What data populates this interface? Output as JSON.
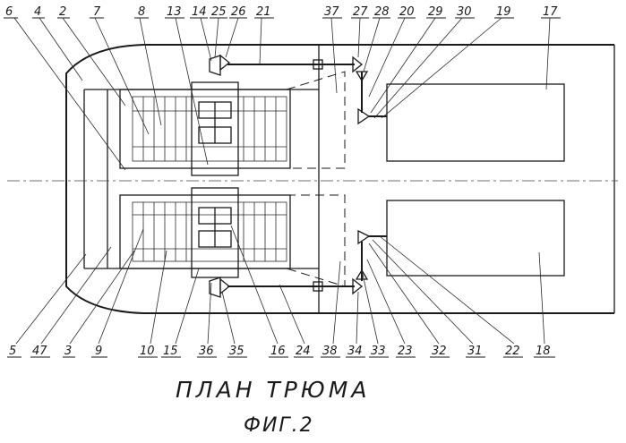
{
  "title": "ПЛАН ТРЮМА",
  "subtitle": "ФИГ.2",
  "labels_top": [
    "6",
    "4",
    "2",
    "7",
    "8",
    "13",
    "14",
    "25",
    "26",
    "21",
    "37",
    "27",
    "28",
    "20",
    "29",
    "30",
    "19",
    "17"
  ],
  "labels_bottom": [
    "5",
    "47",
    "3",
    "9",
    "10",
    "15",
    "36",
    "35",
    "16",
    "24",
    "38",
    "34",
    "33",
    "23",
    "32",
    "31",
    "22",
    "18"
  ]
}
